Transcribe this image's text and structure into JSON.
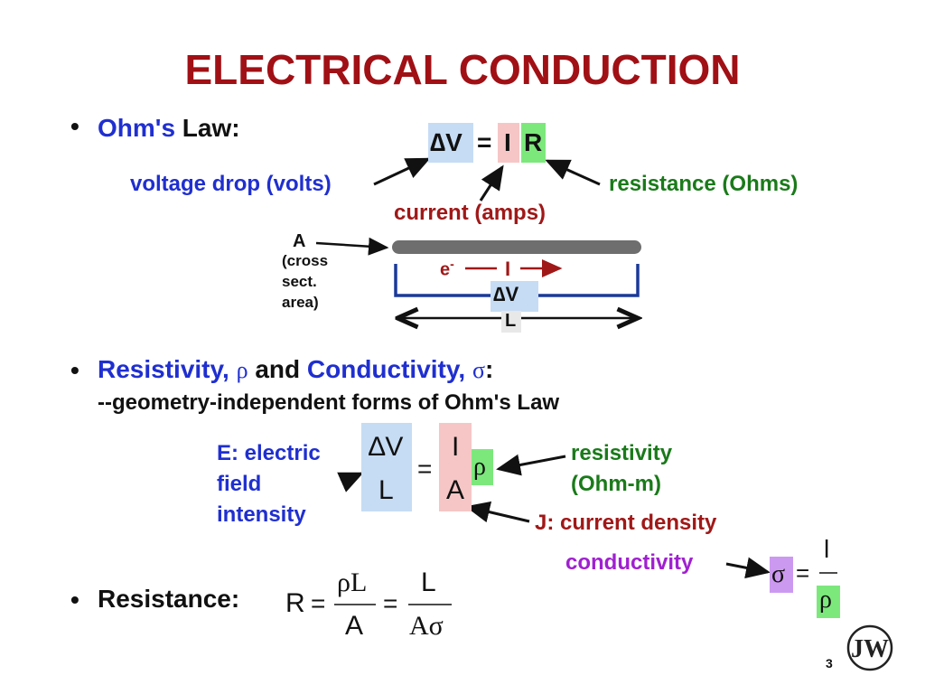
{
  "title": "ELECTRICAL CONDUCTION",
  "ohm": {
    "bullet": "•",
    "name": "Ohm's",
    "law": "Law:",
    "dV": "∆V",
    "eq": "=",
    "I": "I",
    "R": "R",
    "voltage_label": "voltage drop (volts)",
    "resistance_label": "resistance (Ohms)",
    "current_label": "current (amps)"
  },
  "wire": {
    "A": "A",
    "cross_1": "(cross",
    "cross_2": "sect.",
    "cross_3": "area)",
    "e": "e",
    "e_sup": "-",
    "I": "I",
    "dV": "∆V",
    "L": "L"
  },
  "resistivity": {
    "bullet": "•",
    "resistivity": "Resistivity,",
    "rho": "ρ",
    "and": "and",
    "conductivity": "Conductivity,",
    "sigma": "σ",
    "colon": ":",
    "subtitle": "--geometry-independent forms of Ohm's Law",
    "dV": "∆V",
    "L": "L",
    "eq": "=",
    "I": "I",
    "A": "A",
    "rho2": "ρ",
    "e_label_1": "E: electric",
    "e_label_2": "field",
    "e_label_3": "intensity",
    "resistivity_label_1": "resistivity",
    "resistivity_label_2": "(Ohm-m)",
    "j_label": "J: current density",
    "conductivity_label": "conductivity",
    "sigma2": "σ",
    "eq2": "=",
    "one": "l",
    "rho3": "ρ"
  },
  "resistance": {
    "bullet": "•",
    "label": "Resistance:",
    "R": "R",
    "eq1": "=",
    "rhoL": "ρL",
    "A": "A",
    "eq2": "=",
    "L": "L",
    "Asigma": "Aσ"
  },
  "page_number": "3",
  "logo_text": "JW"
}
